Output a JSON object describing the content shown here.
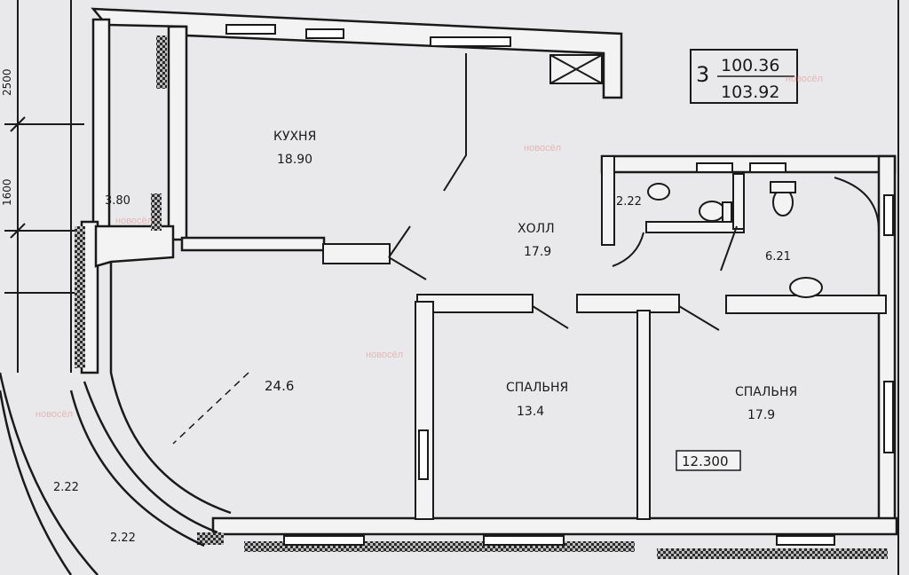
{
  "summary": {
    "rooms_count": "3",
    "living_area": "100.36",
    "total_area": "103.92"
  },
  "rooms": {
    "kitchen": {
      "name": "КУХНЯ",
      "area": "18.90"
    },
    "hall": {
      "name": "ХОЛЛ",
      "area": "17.9"
    },
    "living": {
      "area": "24.6"
    },
    "bedroom1": {
      "name": "СПАЛЬНЯ",
      "area": "13.4"
    },
    "bedroom2": {
      "name": "СПАЛЬНЯ",
      "area": "17.9"
    },
    "bath_small": {
      "area": "2.22"
    },
    "bath_large": {
      "area": "6.21"
    },
    "balcony_top": {
      "area": "3.80"
    },
    "balcony_left": {
      "area": "2.22"
    },
    "balcony_bottom": {
      "area": "2.22"
    }
  },
  "marks": {
    "elevation": "12.300"
  },
  "dimensions": {
    "d1": "2500",
    "d2": "1600"
  },
  "watermark": {
    "text": "новосёл"
  },
  "colors": {
    "ink": "#1a1a1a",
    "paper": "#e9e9eb",
    "wall_hatch": "#2a2a2a",
    "watermark": "#e07a7a"
  }
}
